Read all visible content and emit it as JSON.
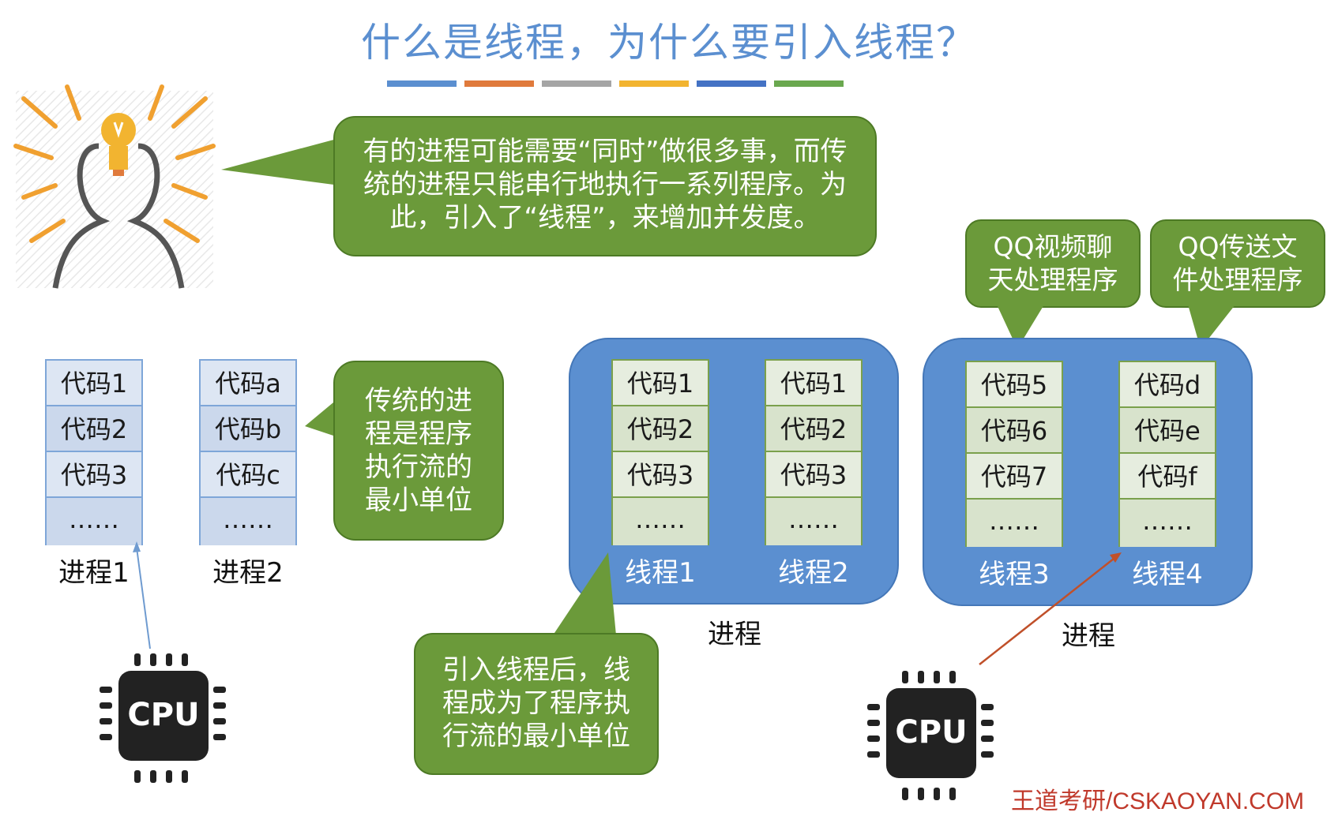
{
  "title": "什么是线程，为什么要引入线程？",
  "colors": {
    "title": "#5b8fd0",
    "bubble": "#6b9a3a",
    "process_box": "#5b8fd0",
    "bars": [
      "#5b8fd0",
      "#e07a3c",
      "#a5a5a5",
      "#f2b430",
      "#4472c4",
      "#6aa84f"
    ]
  },
  "bubbles": {
    "main": "有的进程可能需要“同时”做很多事，而传统的进程只能串行地执行一系列程序。为此，引入了“线程”，来增加并发度。",
    "traditional": "传统的进程是程序执行流的最小单位",
    "after_threads": "引入线程后，线程成为了程序执行流的最小单位",
    "qq_video": "QQ视频聊天处理程序",
    "qq_file": "QQ传送文件处理程序"
  },
  "processes": [
    {
      "label": "进程1",
      "cells": [
        "代码1",
        "代码2",
        "代码3",
        "……"
      ]
    },
    {
      "label": "进程2",
      "cells": [
        "代码a",
        "代码b",
        "代码c",
        "……"
      ]
    }
  ],
  "threaded_processes": [
    {
      "label": "进程",
      "threads": [
        {
          "label": "线程1",
          "cells": [
            "代码1",
            "代码2",
            "代码3",
            "……"
          ]
        },
        {
          "label": "线程2",
          "cells": [
            "代码1",
            "代码2",
            "代码3",
            "……"
          ]
        }
      ]
    },
    {
      "label": "进程",
      "threads": [
        {
          "label": "线程3",
          "cells": [
            "代码5",
            "代码6",
            "代码7",
            "……"
          ]
        },
        {
          "label": "线程4",
          "cells": [
            "代码d",
            "代码e",
            "代码f",
            "……"
          ]
        }
      ]
    }
  ],
  "cpu_label": "CPU",
  "footer": "王道考研/CSKAOYAN.COM"
}
